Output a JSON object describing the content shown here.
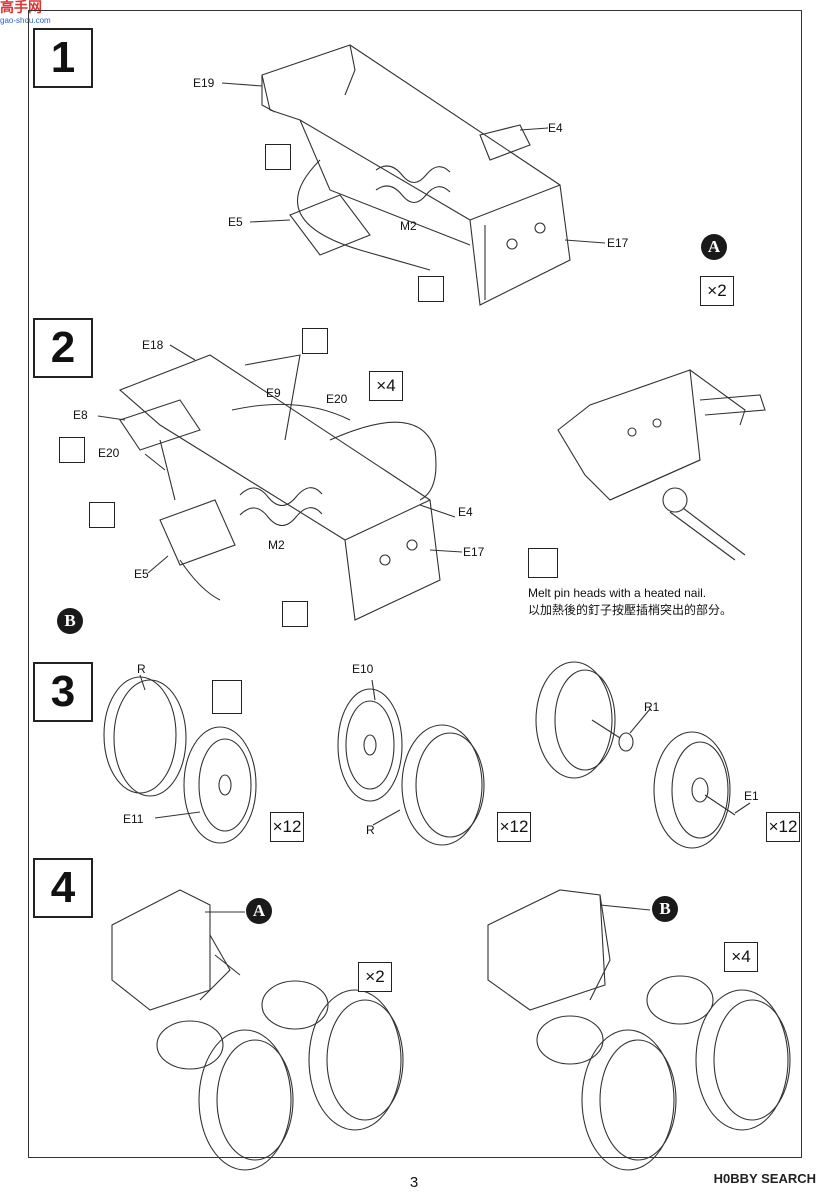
{
  "watermark_top": {
    "chars": "高手网",
    "url": "gao-shou.com"
  },
  "watermark_bottom": "H0BBY SEARCH",
  "page_number": "3",
  "steps": [
    {
      "number": "1",
      "labels": [
        "E19",
        "E4",
        "E5",
        "M2",
        "E17"
      ],
      "subassembly_mark": "A",
      "multiplier": "×2"
    },
    {
      "number": "2",
      "labels": [
        "E18",
        "E9",
        "E20",
        "E8",
        "E20",
        "E4",
        "M2",
        "E17",
        "E5"
      ],
      "multiplier": "×4",
      "subassembly_mark": "B",
      "note_en": "Melt pin heads with a heated nail.",
      "note_zh": "以加熱後的釘子按壓插梢突出的部分。"
    },
    {
      "number": "3",
      "groups": [
        {
          "labels": [
            "R",
            "E11"
          ],
          "multiplier": "×12"
        },
        {
          "labels": [
            "E10",
            "R"
          ],
          "multiplier": "×12"
        },
        {
          "labels": [
            "R1",
            "E1"
          ],
          "multiplier": "×12"
        }
      ]
    },
    {
      "number": "4",
      "groups": [
        {
          "mark": "A",
          "multiplier": "×2"
        },
        {
          "mark": "B",
          "multiplier": "×4"
        }
      ]
    }
  ],
  "icons": {
    "cut": "no-cement-scissors-icon",
    "cement": "cement-drop-icon",
    "heated_nail": "heated-nail-icon",
    "rotate": "rotate-arrow-icon"
  }
}
